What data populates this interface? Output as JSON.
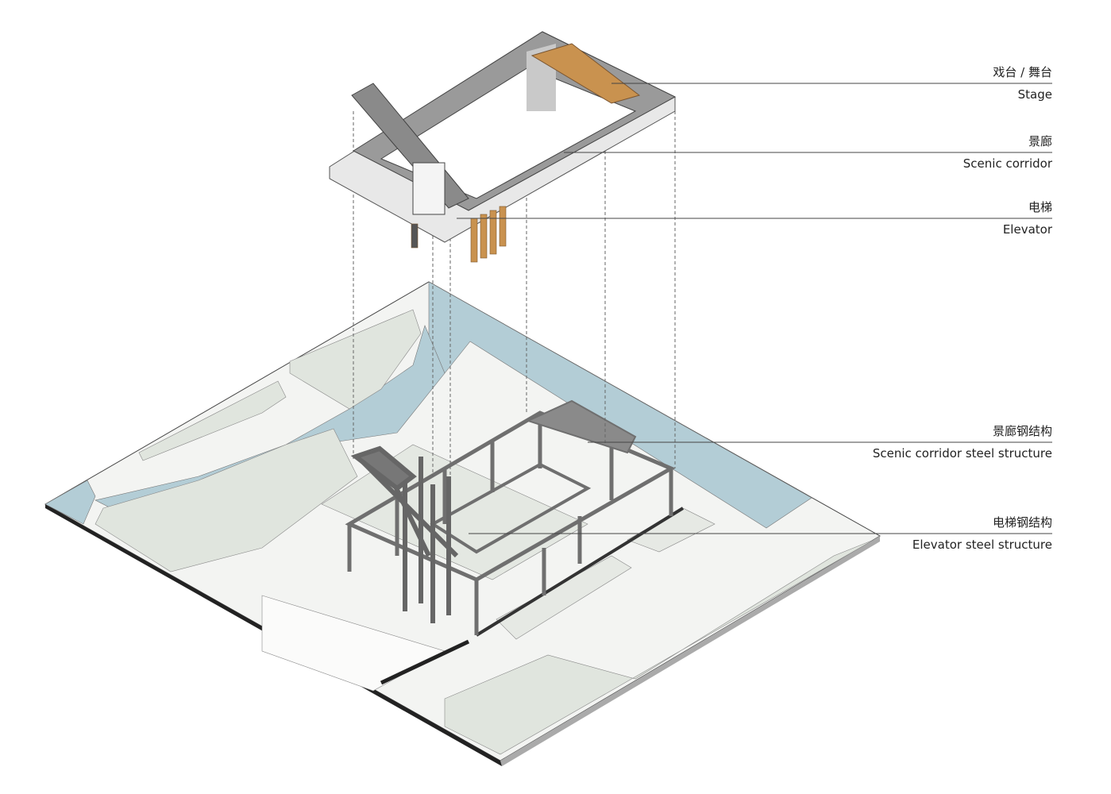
{
  "colors": {
    "water": "#b3cdd6",
    "ground": "#e3e7e1",
    "path": "#f2f3f1",
    "steel": "#7a7a7a",
    "wood": "#c9924f",
    "leader": "#555555"
  },
  "labels": [
    {
      "cn": "戏台 / 舞台",
      "en": "Stage"
    },
    {
      "cn": "景廊",
      "en": "Scenic corridor"
    },
    {
      "cn": "电梯",
      "en": "Elevator"
    },
    {
      "cn": "景廊钢结构",
      "en": "Scenic corridor steel structure"
    },
    {
      "cn": "电梯钢结构",
      "en": "Elevator steel structure"
    }
  ]
}
